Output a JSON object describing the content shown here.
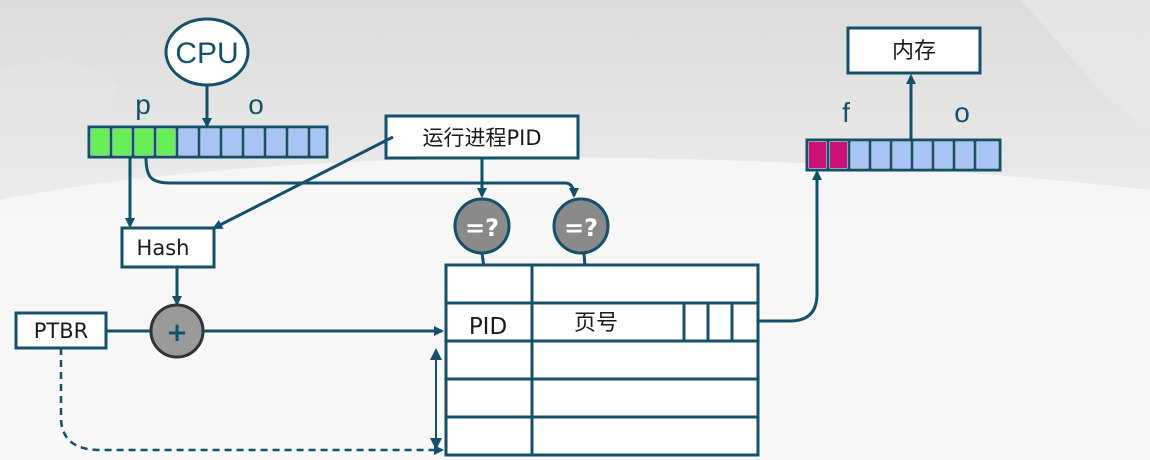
{
  "diagram": {
    "cpu_label": "CPU",
    "p_label": "p",
    "o_label_left": "o",
    "pid_box_label": "运行进程PID",
    "hash_label": "Hash",
    "compare_label_1": "=?",
    "compare_label_2": "=?",
    "ptbr_label": "PTBR",
    "adder_label": "+",
    "table_pid_header": "PID",
    "table_page_header": "页号",
    "memory_label": "内存",
    "f_label": "f",
    "o_label_right": "o"
  },
  "colors": {
    "stroke": "#14506a",
    "p_cell": "#66ee55",
    "o_cell": "#a8c4f5",
    "f_cell": "#cc1177",
    "compare_fill": "#8a8a8a"
  }
}
